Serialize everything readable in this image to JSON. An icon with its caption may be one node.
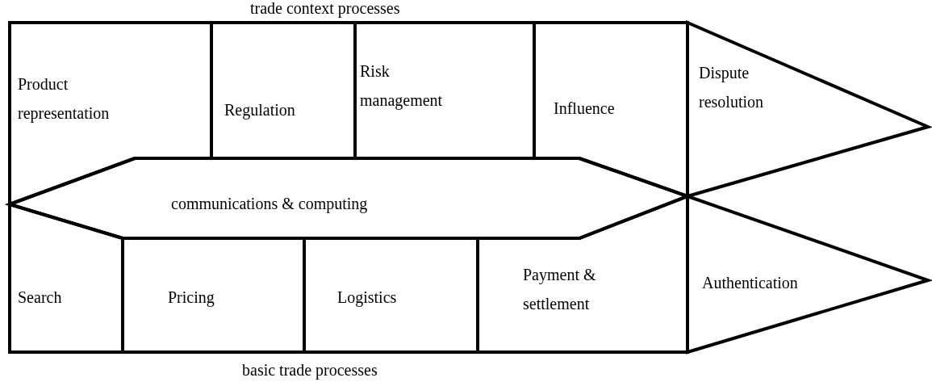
{
  "diagram": {
    "nodes": [
      {
        "text": [
          "Product representation"
        ]
      },
      {
        "text": [
          "Regulation"
        ]
      },
      {
        "text": [
          "Risk management"
        ]
      },
      {
        "text": [
          "Influence"
        ]
      },
      {
        "text": [
          "Dispute resolution"
        ]
      },
      {
        "text": [
          "communications & computing"
        ]
      },
      {
        "text": [
          "Search"
        ]
      },
      {
        "text": [
          "Pricing"
        ]
      },
      {
        "text": [
          "Logistics"
        ]
      },
      {
        "text": [
          "Payment & settlement"
        ]
      },
      {
        "text": [
          "Authentication"
        ]
      }
    ],
    "edges": [],
    "labels": [
      "trade context processes",
      "basic trade processes"
    ]
  }
}
